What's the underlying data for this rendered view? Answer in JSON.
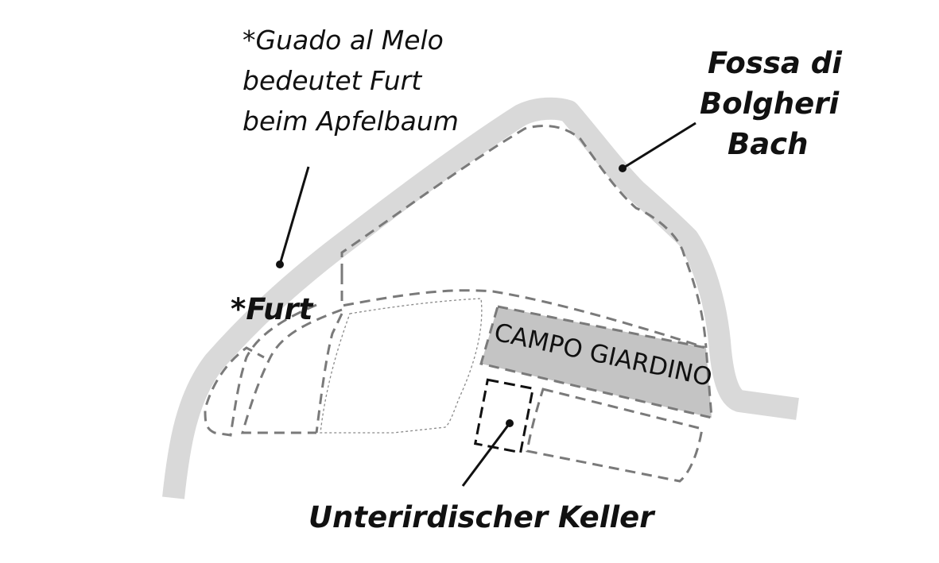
{
  "map": {
    "colors": {
      "background": "#ffffff",
      "stream": "#d9d9d9",
      "parcel_outline": "#7a7a7a",
      "campo_fill": "#c4c4c4",
      "cellar_outline": "#111111",
      "leader_line": "#111111",
      "text": "#111111"
    },
    "labels": {
      "ford_note_line1": "*Guado al Melo",
      "ford_note_line2": "bedeutet Furt",
      "ford_note_line3": "beim Apfelbaum",
      "ford_label": "*Furt",
      "stream_line1": "Fossa di",
      "stream_line2": "Bolgheri",
      "stream_line3": "Bach",
      "campo_giardino": "CAMPO GIARDINO",
      "cellar_label": "Unterirdischer Keller"
    }
  }
}
